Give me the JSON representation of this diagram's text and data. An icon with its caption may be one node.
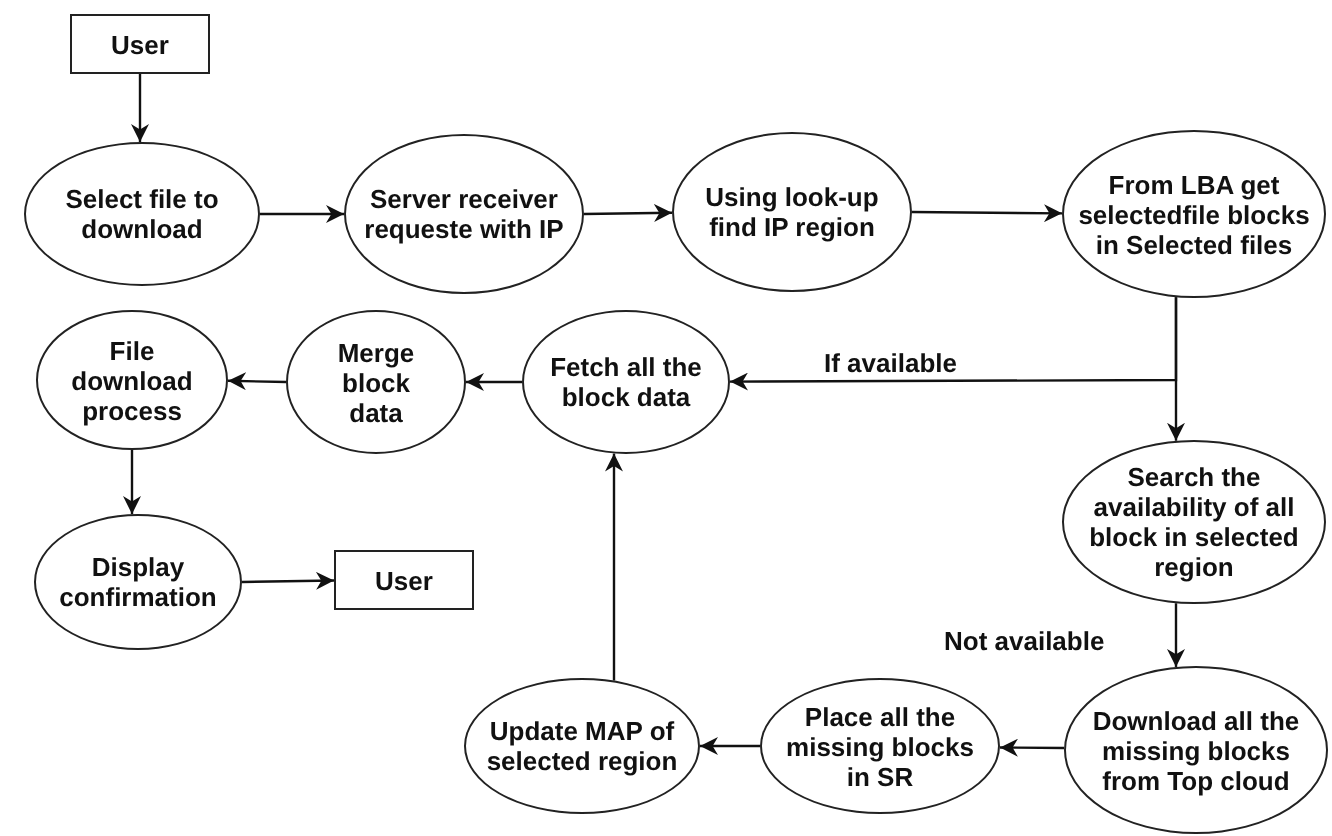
{
  "diagram": {
    "nodes": [
      {
        "text": [
          "User"
        ]
      },
      {
        "text": [
          "Select file to download"
        ]
      },
      {
        "text": [
          "Server receiver requeste with IP"
        ]
      },
      {
        "text": [
          "Using look-up find IP region"
        ]
      },
      {
        "text": [
          "From LBA get selectedfile blocks in Selected files"
        ]
      },
      {
        "text": [
          "File download process"
        ]
      },
      {
        "text": [
          "Merge block data"
        ]
      },
      {
        "text": [
          "Fetch all the block data"
        ]
      },
      {
        "text": [
          "Search the availability of all block in selected region"
        ]
      },
      {
        "text": [
          "Display confirmation"
        ]
      },
      {
        "text": [
          "User"
        ]
      },
      {
        "text": [
          "Update MAP of selected region"
        ]
      },
      {
        "text": [
          "Place all the missing blocks in SR"
        ]
      },
      {
        "text": [
          "Download all the missing blocks from Top cloud"
        ]
      }
    ],
    "edges": [
      {
        "from": 0,
        "to": 1,
        "arrow": "to"
      },
      {
        "from": 1,
        "to": 2,
        "arrow": "to"
      },
      {
        "from": 2,
        "to": 3,
        "arrow": "to"
      },
      {
        "from": 3,
        "to": 4,
        "arrow": "to"
      },
      {
        "from": 4,
        "to": 7,
        "arrow": "to",
        "label": "If available"
      },
      {
        "from": 4,
        "to": 8,
        "arrow": "to"
      },
      {
        "from": 7,
        "to": 6,
        "arrow": "to"
      },
      {
        "from": 6,
        "to": 5,
        "arrow": "to"
      },
      {
        "from": 5,
        "to": 9,
        "arrow": "to"
      },
      {
        "from": 9,
        "to": 10,
        "arrow": "to"
      },
      {
        "from": 8,
        "to": 13,
        "arrow": "to",
        "label": "Not available"
      },
      {
        "from": 13,
        "to": 12,
        "arrow": "to"
      },
      {
        "from": 12,
        "to": 11,
        "arrow": "to"
      },
      {
        "from": 11,
        "to": 7,
        "arrow": "to"
      }
    ]
  }
}
